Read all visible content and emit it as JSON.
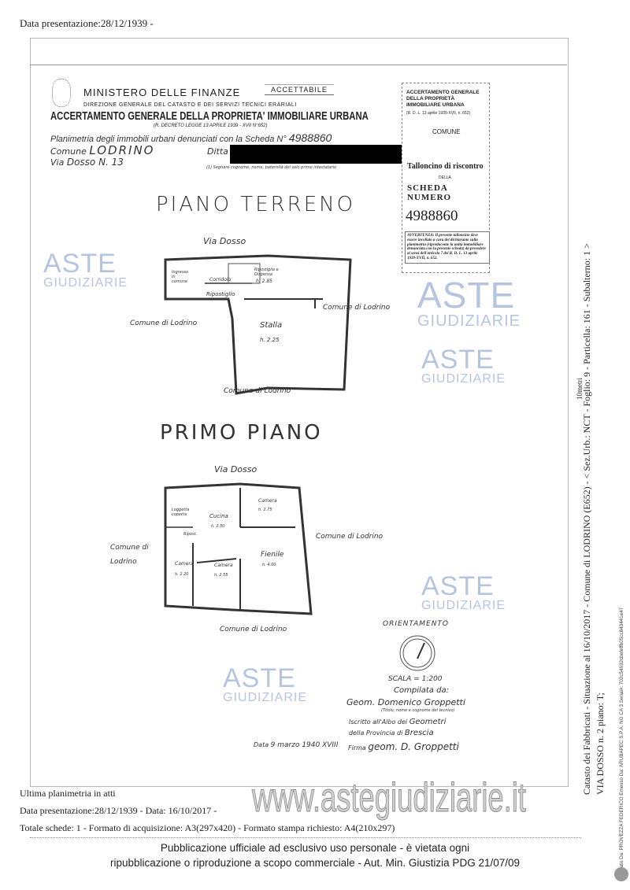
{
  "header": {
    "data_presentazione": "Data presentazione:28/12/1939 -"
  },
  "form": {
    "ministero": "MINISTERO DELLE FINANZE",
    "stamp": "ACCETTABILE",
    "direzione": "DIREZIONE GENERALE DEL CATASTO E DEI SERVIZI TECNICI ERARIALI",
    "title": "ACCERTAMENTO GENERALE DELLA PROPRIETA' IMMOBILIARE URBANA",
    "decree": "(R. DECRETO LEGGE 13 APRILE 1939 - XVII N°652)",
    "planimetria_label": "Planimetria degli immobili urbani denunciati con la Scheda N°",
    "scheda_number": "4988860",
    "comune_label": "Comune",
    "comune_value": "LODRINO",
    "ditta_label": "Ditta",
    "via_label": "Via",
    "via_value": "Dosso N. 13",
    "ditta_note": "(1) Segnare cognome, nome, paternità del solo primo intestatario"
  },
  "talloncino": {
    "heading": "ACCERTAMENTO GENERALE DELLA PROPRIETÀ IMMOBILIARE URBANA",
    "decree": "(R. D. L. 13 aprile 1939-XVII, n. 652)",
    "comune": "COMUNE",
    "title": "Talloncino di riscontro",
    "della": "DELLA",
    "scheda": "SCHEDA NUMERO",
    "number": "4988860",
    "avvertenza": "AVVERTENZA: Il presente talloncino deve essere incollato a cura del dichiarante sulla planimetria (riproducente la unità immobiliare denunciata con la presente scheda) da prevedere ai sensi dell'articolo 7 del R. D. L. 13 aprile 1939-XVII, n. 652."
  },
  "piano_terreno": {
    "title": "PIANO TERRENO",
    "via": "Via Dosso",
    "rooms": [
      "Ingresso in comune",
      "Corridoio",
      "Ripostiglio",
      "Ripostiglio e Dispensa",
      "h. 2.85",
      "Stalla",
      "h. 2.25"
    ],
    "boundaries": [
      "Comune di Lodrino",
      "Comune di Lodrino",
      "Comune di Lodrino"
    ]
  },
  "primo_piano": {
    "title": "PRIMO PIANO",
    "via": "Via Dosso",
    "rooms": [
      "Loggetta coperta",
      "Cucina",
      "h. 2.50",
      "Ripost.",
      "Camera",
      "h. 2.75",
      "Fienile",
      "h. 4.00",
      "Camera",
      "h. 2.20",
      "Camera",
      "h. 2.55"
    ],
    "boundaries": [
      "Comune di Lodrino",
      "Comune di Lodrino",
      "Comune di Lodrino"
    ]
  },
  "orientamento": {
    "title": "ORIENTAMENTO",
    "scala": "SCALA = 1:200"
  },
  "compilata": {
    "label": "Compilata da:",
    "name": "Geom. Domenico Groppetti",
    "name_note": "(Titolo, nome e cognome del tecnico)",
    "albo_label": "Iscritto all'Albo dei",
    "albo_value": "Geometri",
    "provincia_label": "della Provincia di",
    "provincia_value": "Brescia",
    "data_label": "Data",
    "data_value": "9 marzo 1940 XVIII",
    "firma_label": "Firma",
    "firma_value": "geom. D. Groppetti"
  },
  "footer": {
    "ultima": "Ultima planimetria in atti",
    "line1": "Data presentazione:28/12/1939 - Data: 16/10/2017 -",
    "line2": "Totale schede: 1 - Formato di acquisizione: A3(297x420) - Formato stampa richiesto: A4(210x297)",
    "pub1": "Pubblicazione ufficiale ad esclusivo uso personale - è vietata ogni",
    "pub2": "ripubblicazione o riproduzione a scopo commerciale - Aut. Min. Giustizia PDG 21/07/09"
  },
  "side": {
    "catasto": "Catasto dei Fabbricati - Situazione al 16/10/2017 - Comune di LODRINO (E652) - < Sez.Urb.: NCT - Foglio: 9 - Particella: 161 - Subalterno: 1 >",
    "via": "VIA DOSSO n. 2 piano: T;",
    "scale_mark": "10metri",
    "firmato": "Firmato Da: PROVEZZA FEDERICO Emesso Da: ARUBAPEC S.P.A. NG CA 3 Serial#: 702c54632cbefeffb05cc843441e47"
  },
  "watermark": {
    "aste": "ASTE",
    "giudiziarie": "GIUDIZIARIE",
    "url": "www.astegiudiziarie.it"
  }
}
